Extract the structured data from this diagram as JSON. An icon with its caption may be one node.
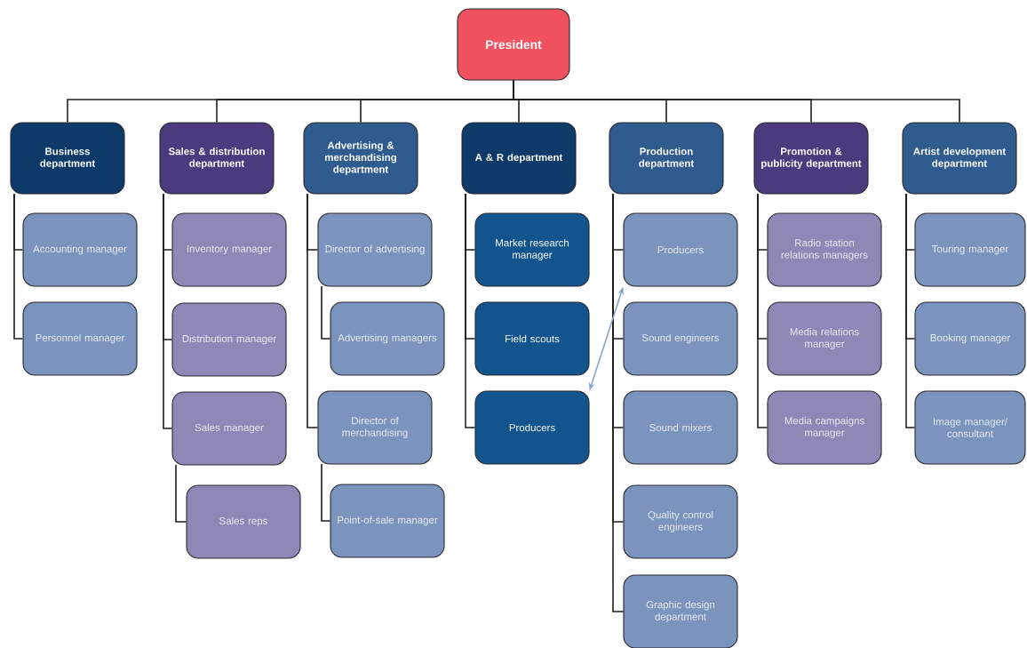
{
  "diagram": {
    "nodes": [
      {
        "text": [
          "President"
        ]
      },
      {
        "text": [
          "Business department"
        ]
      },
      {
        "text": [
          "Accounting manager"
        ]
      },
      {
        "text": [
          "Personnel manager"
        ]
      },
      {
        "text": [
          "Sales & distribution department"
        ]
      },
      {
        "text": [
          "Inventory manager"
        ]
      },
      {
        "text": [
          "Distribution manager"
        ]
      },
      {
        "text": [
          "Sales manager"
        ]
      },
      {
        "text": [
          "Sales reps"
        ]
      },
      {
        "text": [
          "Advertising & merchandising department"
        ]
      },
      {
        "text": [
          "Director of advertising"
        ]
      },
      {
        "text": [
          "Advertising managers"
        ]
      },
      {
        "text": [
          "Director of merchandising"
        ]
      },
      {
        "text": [
          "Point-of-sale manager"
        ]
      },
      {
        "text": [
          "A & R department"
        ]
      },
      {
        "text": [
          "Market research manager"
        ]
      },
      {
        "text": [
          "Field scouts"
        ]
      },
      {
        "text": [
          "Producers"
        ]
      },
      {
        "text": [
          "Production department"
        ]
      },
      {
        "text": [
          "Producers"
        ]
      },
      {
        "text": [
          "Sound engineers"
        ]
      },
      {
        "text": [
          "Sound mixers"
        ]
      },
      {
        "text": [
          "Quality control engineers"
        ]
      },
      {
        "text": [
          "Graphic design department"
        ]
      },
      {
        "text": [
          "Promotion & publicity department"
        ]
      },
      {
        "text": [
          "Radio station relations managers"
        ]
      },
      {
        "text": [
          "Media relations manager"
        ]
      },
      {
        "text": [
          "Media campaigns manager"
        ]
      },
      {
        "text": [
          "Artist development department"
        ]
      },
      {
        "text": [
          "Touring manager"
        ]
      },
      {
        "text": [
          "Booking manager"
        ]
      },
      {
        "text": [
          "Image manager/ consultant"
        ]
      }
    ],
    "edges": [
      {
        "from": 0,
        "to": 1,
        "arrow": "none"
      },
      {
        "from": 0,
        "to": 4,
        "arrow": "none"
      },
      {
        "from": 0,
        "to": 9,
        "arrow": "none"
      },
      {
        "from": 0,
        "to": 14,
        "arrow": "none"
      },
      {
        "from": 0,
        "to": 18,
        "arrow": "none"
      },
      {
        "from": 0,
        "to": 24,
        "arrow": "none"
      },
      {
        "from": 0,
        "to": 28,
        "arrow": "none"
      },
      {
        "from": 1,
        "to": 2,
        "arrow": "none"
      },
      {
        "from": 1,
        "to": 3,
        "arrow": "none"
      },
      {
        "from": 4,
        "to": 5,
        "arrow": "none"
      },
      {
        "from": 4,
        "to": 6,
        "arrow": "none"
      },
      {
        "from": 4,
        "to": 7,
        "arrow": "none"
      },
      {
        "from": 7,
        "to": 8,
        "arrow": "none"
      },
      {
        "from": 9,
        "to": 10,
        "arrow": "none"
      },
      {
        "from": 10,
        "to": 11,
        "arrow": "none"
      },
      {
        "from": 9,
        "to": 12,
        "arrow": "none"
      },
      {
        "from": 12,
        "to": 13,
        "arrow": "none"
      },
      {
        "from": 14,
        "to": 15,
        "arrow": "none"
      },
      {
        "from": 14,
        "to": 16,
        "arrow": "none"
      },
      {
        "from": 14,
        "to": 17,
        "arrow": "none"
      },
      {
        "from": 18,
        "to": 19,
        "arrow": "none"
      },
      {
        "from": 18,
        "to": 20,
        "arrow": "none"
      },
      {
        "from": 18,
        "to": 21,
        "arrow": "none"
      },
      {
        "from": 18,
        "to": 22,
        "arrow": "none"
      },
      {
        "from": 18,
        "to": 23,
        "arrow": "none"
      },
      {
        "from": 24,
        "to": 25,
        "arrow": "none"
      },
      {
        "from": 24,
        "to": 26,
        "arrow": "none"
      },
      {
        "from": 24,
        "to": 27,
        "arrow": "none"
      },
      {
        "from": 28,
        "to": 29,
        "arrow": "none"
      },
      {
        "from": 28,
        "to": 30,
        "arrow": "none"
      },
      {
        "from": 28,
        "to": 31,
        "arrow": "none"
      },
      {
        "from": 17,
        "to": 19,
        "arrow": "both",
        "color": "#8aa3c8"
      }
    ]
  }
}
